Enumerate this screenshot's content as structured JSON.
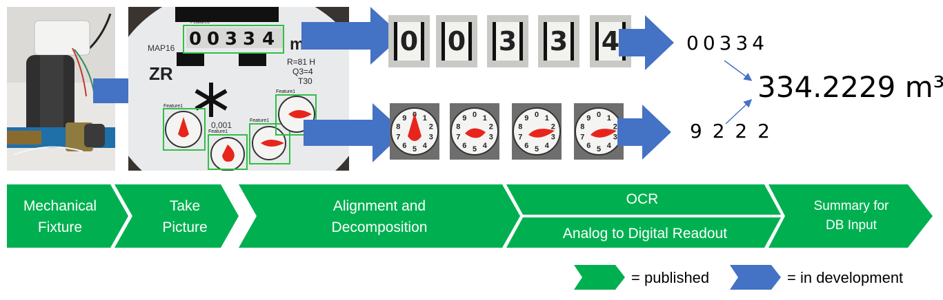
{
  "meter_photo": {
    "feature_labels": [
      "Feature0",
      "Feature1",
      "Feature1",
      "Feature1",
      "Feature1"
    ],
    "face_text": {
      "model": "MAP16",
      "brand": "ZR",
      "spec": [
        "R=81 H",
        "Q3=4",
        "T30"
      ],
      "unit": "m",
      "dial_scale": "0,001"
    },
    "counter_digits": [
      "0",
      "0",
      "3",
      "3",
      "4"
    ],
    "dial_numbers": [
      "0",
      "1",
      "2",
      "3",
      "4",
      "5",
      "6",
      "7",
      "8",
      "9"
    ]
  },
  "cropped_digits": [
    "0",
    "0",
    "3",
    "3",
    "4"
  ],
  "digital_readout": "00334",
  "analog_readout": "9 2 2 2",
  "result": "334.2229 m³",
  "pipeline": {
    "steps": [
      {
        "label": "Mechanical\nFixture"
      },
      {
        "label": "Take\nPicture"
      },
      {
        "label": "Alignment and\nDecomposition"
      },
      {
        "label": "OCR"
      },
      {
        "label": "Analog to Digital Readout"
      },
      {
        "label": "Summary for\nDB Input"
      }
    ]
  },
  "legend": {
    "published": "= published",
    "in_development": "= in development"
  },
  "colors": {
    "published": "#00b050",
    "in_development": "#4472c4",
    "detection_box": "#2fbf45",
    "needle": "#e8251c"
  }
}
